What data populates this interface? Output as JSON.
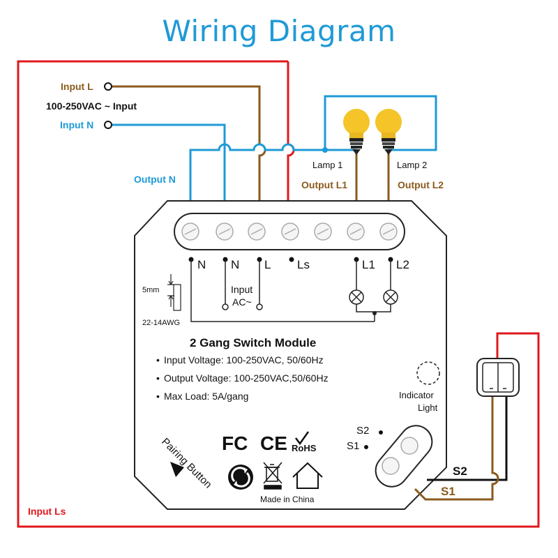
{
  "title": "Wiring Diagram",
  "wires": {
    "input_l": "Input L",
    "supply": "100-250VAC ~ Input",
    "input_n": "Input N",
    "output_n": "Output N",
    "lamp1": "Lamp 1",
    "lamp2": "Lamp 2",
    "output_l1": "Output L1",
    "output_l2": "Output L2",
    "input_ls": "Input Ls",
    "s1": "S1",
    "s2": "S2"
  },
  "terminals": {
    "n1": "N",
    "n2": "N",
    "l": "L",
    "ls": "Ls",
    "l1": "L1",
    "l2": "L2",
    "input_ac_1": "Input",
    "input_ac_2": "AC~"
  },
  "strip": {
    "length": "5mm",
    "gauge": "22-14AWG"
  },
  "module": {
    "name": "2 Gang Switch Module",
    "specs": [
      "Input Voltage: 100-250VAC, 50/60Hz",
      "Output Voltage: 100-250VAC,50/60Hz",
      "Max Load: 5A/gang"
    ],
    "bullet": "•",
    "indicator_1": "Indicator",
    "indicator_2": "Light",
    "pairing": "Pairing Button",
    "s2": "S2",
    "s1": "S1",
    "made_in": "Made in China"
  },
  "certs": {
    "fcc": "FC",
    "ce": "CE",
    "rohs": "RoHS"
  },
  "colors": {
    "title": "#1f9ad6",
    "red_wire": "#e0181c",
    "brown_wire": "#8a5a1c",
    "blue_wire": "#1f9ad6",
    "black_wire": "#111111",
    "bulb": "#f4c428"
  }
}
